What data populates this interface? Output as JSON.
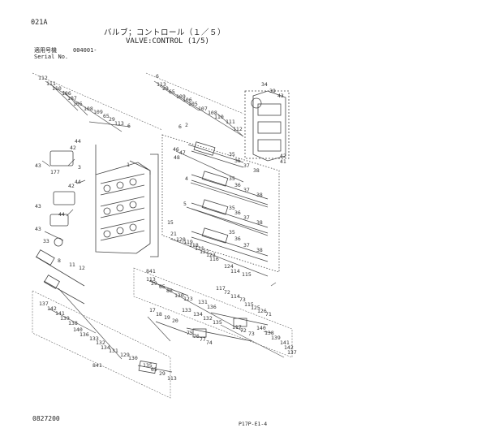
{
  "header": {
    "page_code": "021A",
    "title_ja": "バルブ；コントロール（１／５）",
    "title_en": "VALVE:CONTROL (1/5)",
    "serial_label_ja": "適用号機",
    "serial_value": "004001-",
    "serial_label_en": "Serial No."
  },
  "footer": {
    "doc_id": "0827200",
    "sheet_id": "P17P-E1-4"
  },
  "callouts": {
    "c112": "112",
    "c111": "111",
    "c110": "110",
    "c106": "106",
    "c107": "107",
    "c105": "105",
    "c108": "108",
    "c109": "109",
    "c65": "65",
    "c29": "29",
    "c113": "113",
    "c6": "6",
    "c44a": "44",
    "c42a": "42",
    "c43a": "43",
    "c177": "177",
    "c3": "3",
    "c44b": "44",
    "c42b": "42",
    "c43b": "43",
    "c44c": "44",
    "c43c": "43",
    "c33": "33",
    "c8": "8",
    "c11": "11",
    "c12": "12",
    "c1": "1",
    "c113b": "113",
    "c29b": "29",
    "c65b": "65",
    "c109b": "109",
    "c106b": "106",
    "c105b": "105",
    "c107b": "107",
    "c108b": "108",
    "c110b": "110",
    "c111b": "111",
    "c112b": "112",
    "c6b": "6",
    "c6c": "6",
    "c34": "34",
    "c39": "39",
    "c43d": "43",
    "c42c": "42",
    "c41": "41",
    "c2": "2",
    "c46": "46",
    "c47": "47",
    "c48": "48",
    "c35a": "35",
    "c36a": "36",
    "c37a": "37",
    "c38a": "38",
    "c4": "4",
    "c35b": "35",
    "c36b": "36",
    "c37b": "37",
    "c38b": "38",
    "c5": "5",
    "c35c": "35",
    "c36c": "36",
    "c37c": "37",
    "c38c": "38",
    "c35d": "35",
    "c36d": "36",
    "c37d": "37",
    "c38d": "38",
    "c15": "15",
    "c21": "21",
    "c120": "120",
    "c119": "119",
    "c118": "118",
    "c121": "121",
    "c122": "122",
    "c123": "123",
    "c124": "124",
    "c114": "114",
    "c115": "115",
    "c116": "116",
    "c841a": "841",
    "c113c": "113",
    "c29c": "29",
    "c65c": "65",
    "c86": "86",
    "c130": "130",
    "c123b": "123",
    "c131": "131",
    "c136": "136",
    "c117": "117",
    "c72": "72",
    "c114b": "114",
    "c73": "73",
    "c115b": "115",
    "c125": "125",
    "c126": "126",
    "c71": "71",
    "c17": "17",
    "c18": "18",
    "c19": "19",
    "c20": "20",
    "c133": "133",
    "c134": "134",
    "c132": "132",
    "c135": "135",
    "c75": "75",
    "c76": "76",
    "c77": "77",
    "c74": "74",
    "c117b": "117",
    "c72b": "72",
    "c73b": "73",
    "c137": "137",
    "c142": "142",
    "c141": "141",
    "c139": "139",
    "c138": "138",
    "c140": "140",
    "c136b": "136",
    "c133b": "133",
    "c132b": "132",
    "c134b": "134",
    "c131b": "131",
    "c129": "129",
    "c130b": "130",
    "c135b": "135",
    "c65d": "65",
    "c29d": "29",
    "c113d": "113",
    "c841b": "841",
    "c140b": "140",
    "c138b": "138",
    "c139b": "139",
    "c141b": "141",
    "c142b": "142",
    "c137b": "137"
  }
}
